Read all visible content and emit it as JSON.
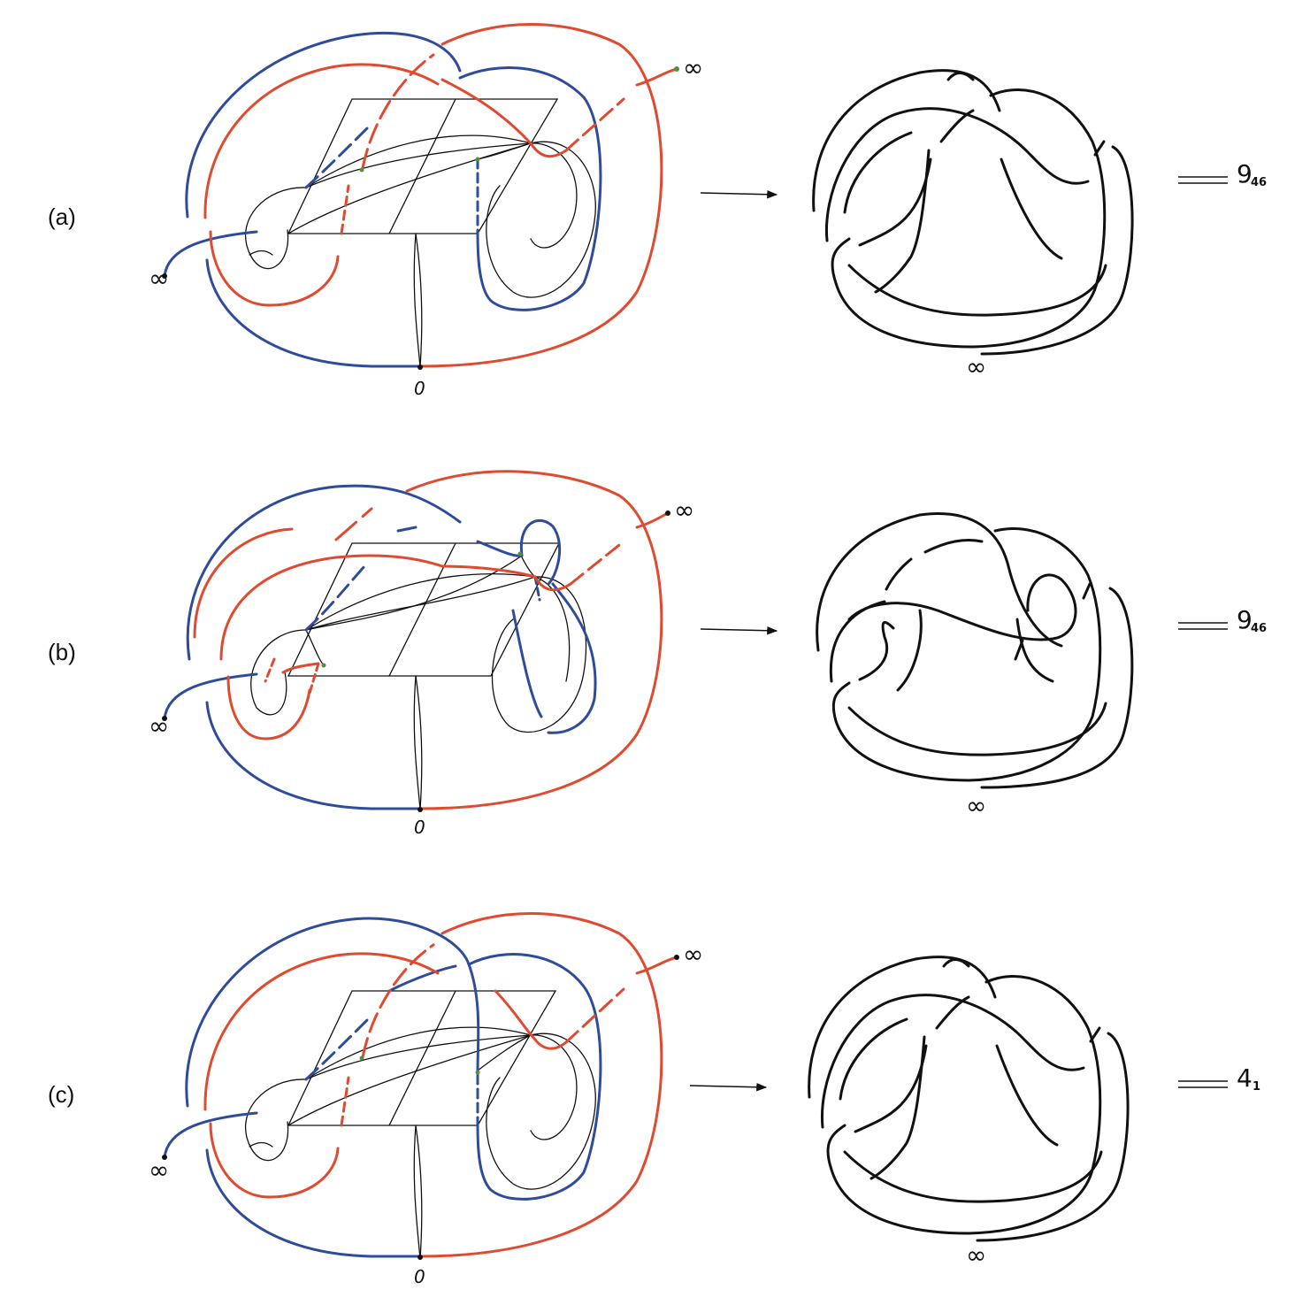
{
  "panels": [
    {
      "label": "(a)",
      "result_main": "9",
      "result_sub": "46",
      "source_top": "∞",
      "source_left": "∞",
      "source_bottom": "0",
      "knot_bottom": "∞"
    },
    {
      "label": "(b)",
      "result_main": "9",
      "result_sub": "46",
      "source_top": "∞",
      "source_left": "∞",
      "source_bottom": "0",
      "knot_bottom": "∞"
    },
    {
      "label": "(c)",
      "result_main": "4",
      "result_sub": "1",
      "source_top": "∞",
      "source_left": "∞",
      "source_bottom": "0",
      "knot_bottom": "∞"
    }
  ],
  "colors": {
    "red_arc": "#e04a30",
    "blue_arc": "#2e4c9a",
    "line": "#111111",
    "marker": "#5a8f3a"
  }
}
